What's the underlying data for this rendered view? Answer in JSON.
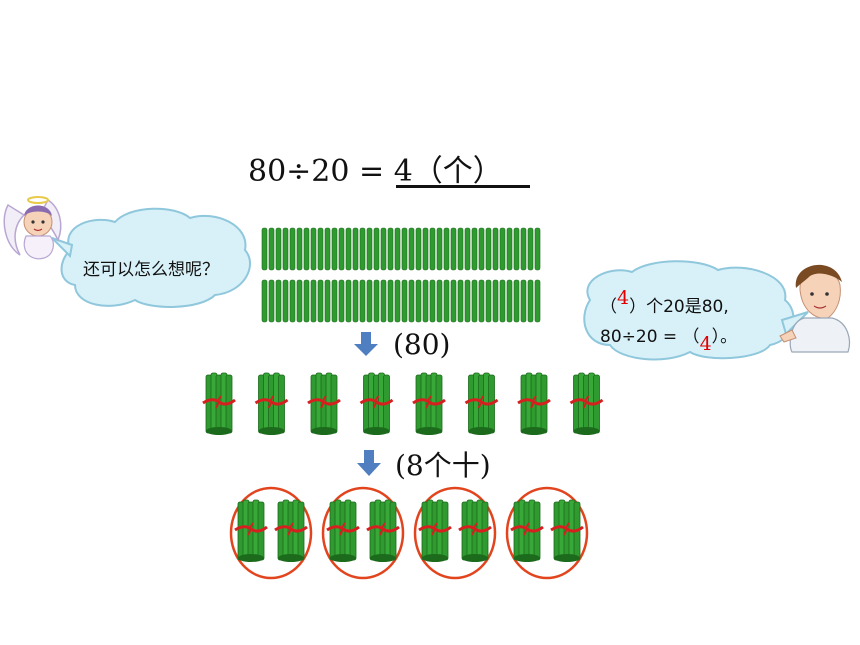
{
  "equation": {
    "text": "80÷20 = ",
    "answer": "4（个）"
  },
  "sticks_count_label": "(80)",
  "bundles_label": "(8个十)",
  "left_bubble": {
    "text": "还可以怎么想呢？"
  },
  "right_bubble": {
    "line1_open": "（",
    "line1_answer": "4",
    "line1_rest": "）个20是80,",
    "line2_expr": "80÷20 = （",
    "line2_answer": "4",
    "line2_close": "）。"
  },
  "colors": {
    "stick": "#2f9a2f",
    "stick_dark": "#1c6b1c",
    "ribbon": "#d62020",
    "circle": "#e2451e",
    "arrow": "#4f7fc1",
    "bubble_fill": "#d8f1f8",
    "bubble_stroke": "#8fc7dc",
    "answer_red": "#e00000"
  },
  "icons": [
    "down-arrow-icon",
    "angel-character-icon",
    "boy-character-icon"
  ],
  "counts": {
    "loose_sticks": 80,
    "bundles": 8,
    "circled_groups": 4,
    "bundles_per_group": 2
  }
}
